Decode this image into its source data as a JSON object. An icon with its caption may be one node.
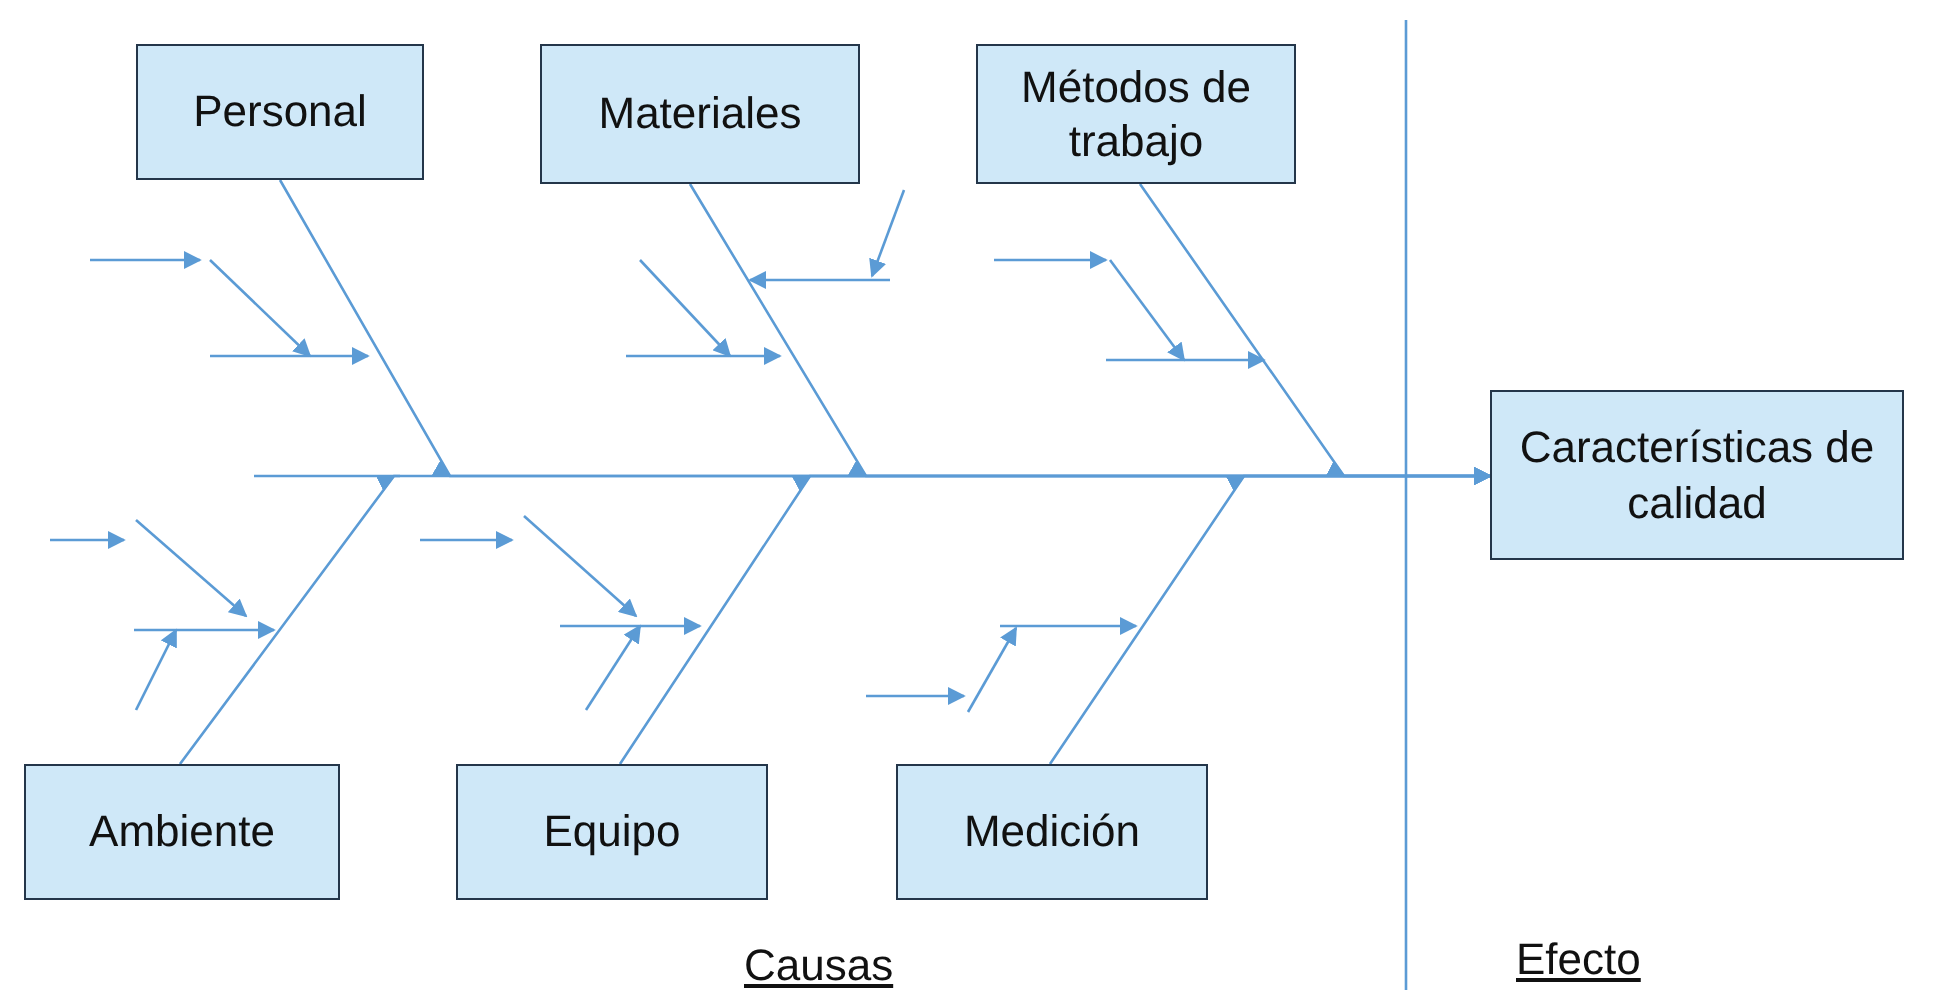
{
  "diagram": {
    "nodes": [
      {
        "text": [
          "Personal"
        ]
      },
      {
        "text": [
          "Materiales"
        ]
      },
      {
        "text": [
          "Métodos de trabajo"
        ]
      },
      {
        "text": [
          "Ambiente"
        ]
      },
      {
        "text": [
          "Equipo"
        ]
      },
      {
        "text": [
          "Medición"
        ]
      },
      {
        "text": [
          "Características de calidad"
        ]
      }
    ],
    "edges": [
      {
        "from": 0,
        "to": 6,
        "arrow": "to"
      },
      {
        "from": 1,
        "to": 6,
        "arrow": "to"
      },
      {
        "from": 2,
        "to": 6,
        "arrow": "to"
      },
      {
        "from": 3,
        "to": 6,
        "arrow": "to"
      },
      {
        "from": 4,
        "to": 6,
        "arrow": "to"
      },
      {
        "from": 5,
        "to": 6,
        "arrow": "to"
      }
    ],
    "labels": [
      "Causas",
      "Efecto"
    ]
  }
}
